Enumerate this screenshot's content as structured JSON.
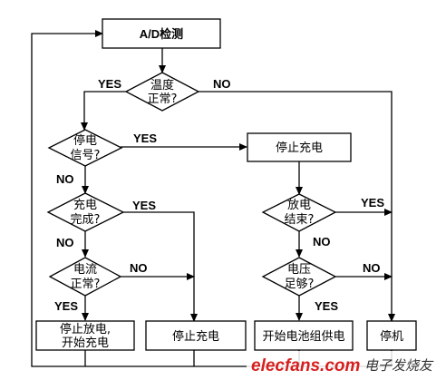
{
  "nodes": {
    "ad_detect": "A/D检测",
    "temp_normal": [
      "温度",
      "正常?"
    ],
    "power_cut_signal": [
      "停电",
      "信号?"
    ],
    "stop_charge_right": "停止充电",
    "charge_done": [
      "充电",
      "完成?"
    ],
    "discharge_end": [
      "放电",
      "结束?"
    ],
    "current_normal": [
      "电流",
      "正常?"
    ],
    "voltage_enough": [
      "电压",
      "足够?"
    ],
    "stop_discharge_start_charge": [
      "停止放电,",
      "开始充电"
    ],
    "stop_charge_mid": "停止充电",
    "battery_supply": "开始电池组供电",
    "shutdown": "停机"
  },
  "edge_labels": {
    "temp_yes": "YES",
    "temp_no": "NO",
    "power_yes": "YES",
    "power_no": "NO",
    "charge_yes": "YES",
    "charge_no": "NO",
    "current_no": "NO",
    "current_yes": "YES",
    "discharge_yes": "YES",
    "discharge_no": "NO",
    "voltage_no": "NO",
    "voltage_yes": "YES"
  },
  "watermark": {
    "brand": "elecfans.com",
    "cn": "电子发烧友"
  }
}
